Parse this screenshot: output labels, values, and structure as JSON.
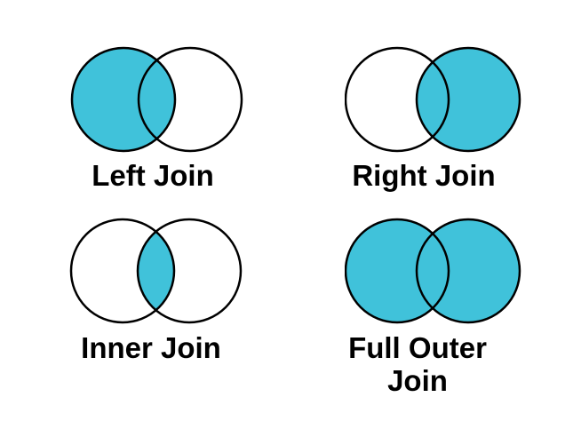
{
  "colors": {
    "fill": "#40C2DA",
    "stroke": "#000000",
    "label": "#000000",
    "background": "#FFFFFF"
  },
  "diagrams": [
    {
      "label": "Left Join",
      "icon": "venn-left-join-icon",
      "regions": {
        "left": true,
        "right": false,
        "intersection": true
      }
    },
    {
      "label": "Right Join",
      "icon": "venn-right-join-icon",
      "regions": {
        "left": false,
        "right": true,
        "intersection": true
      }
    },
    {
      "label": "Inner Join",
      "icon": "venn-inner-join-icon",
      "regions": {
        "left": false,
        "right": false,
        "intersection": true
      }
    },
    {
      "label": "Full Outer Join",
      "icon": "venn-full-outer-join-icon",
      "regions": {
        "left": true,
        "right": true,
        "intersection": true
      }
    }
  ]
}
